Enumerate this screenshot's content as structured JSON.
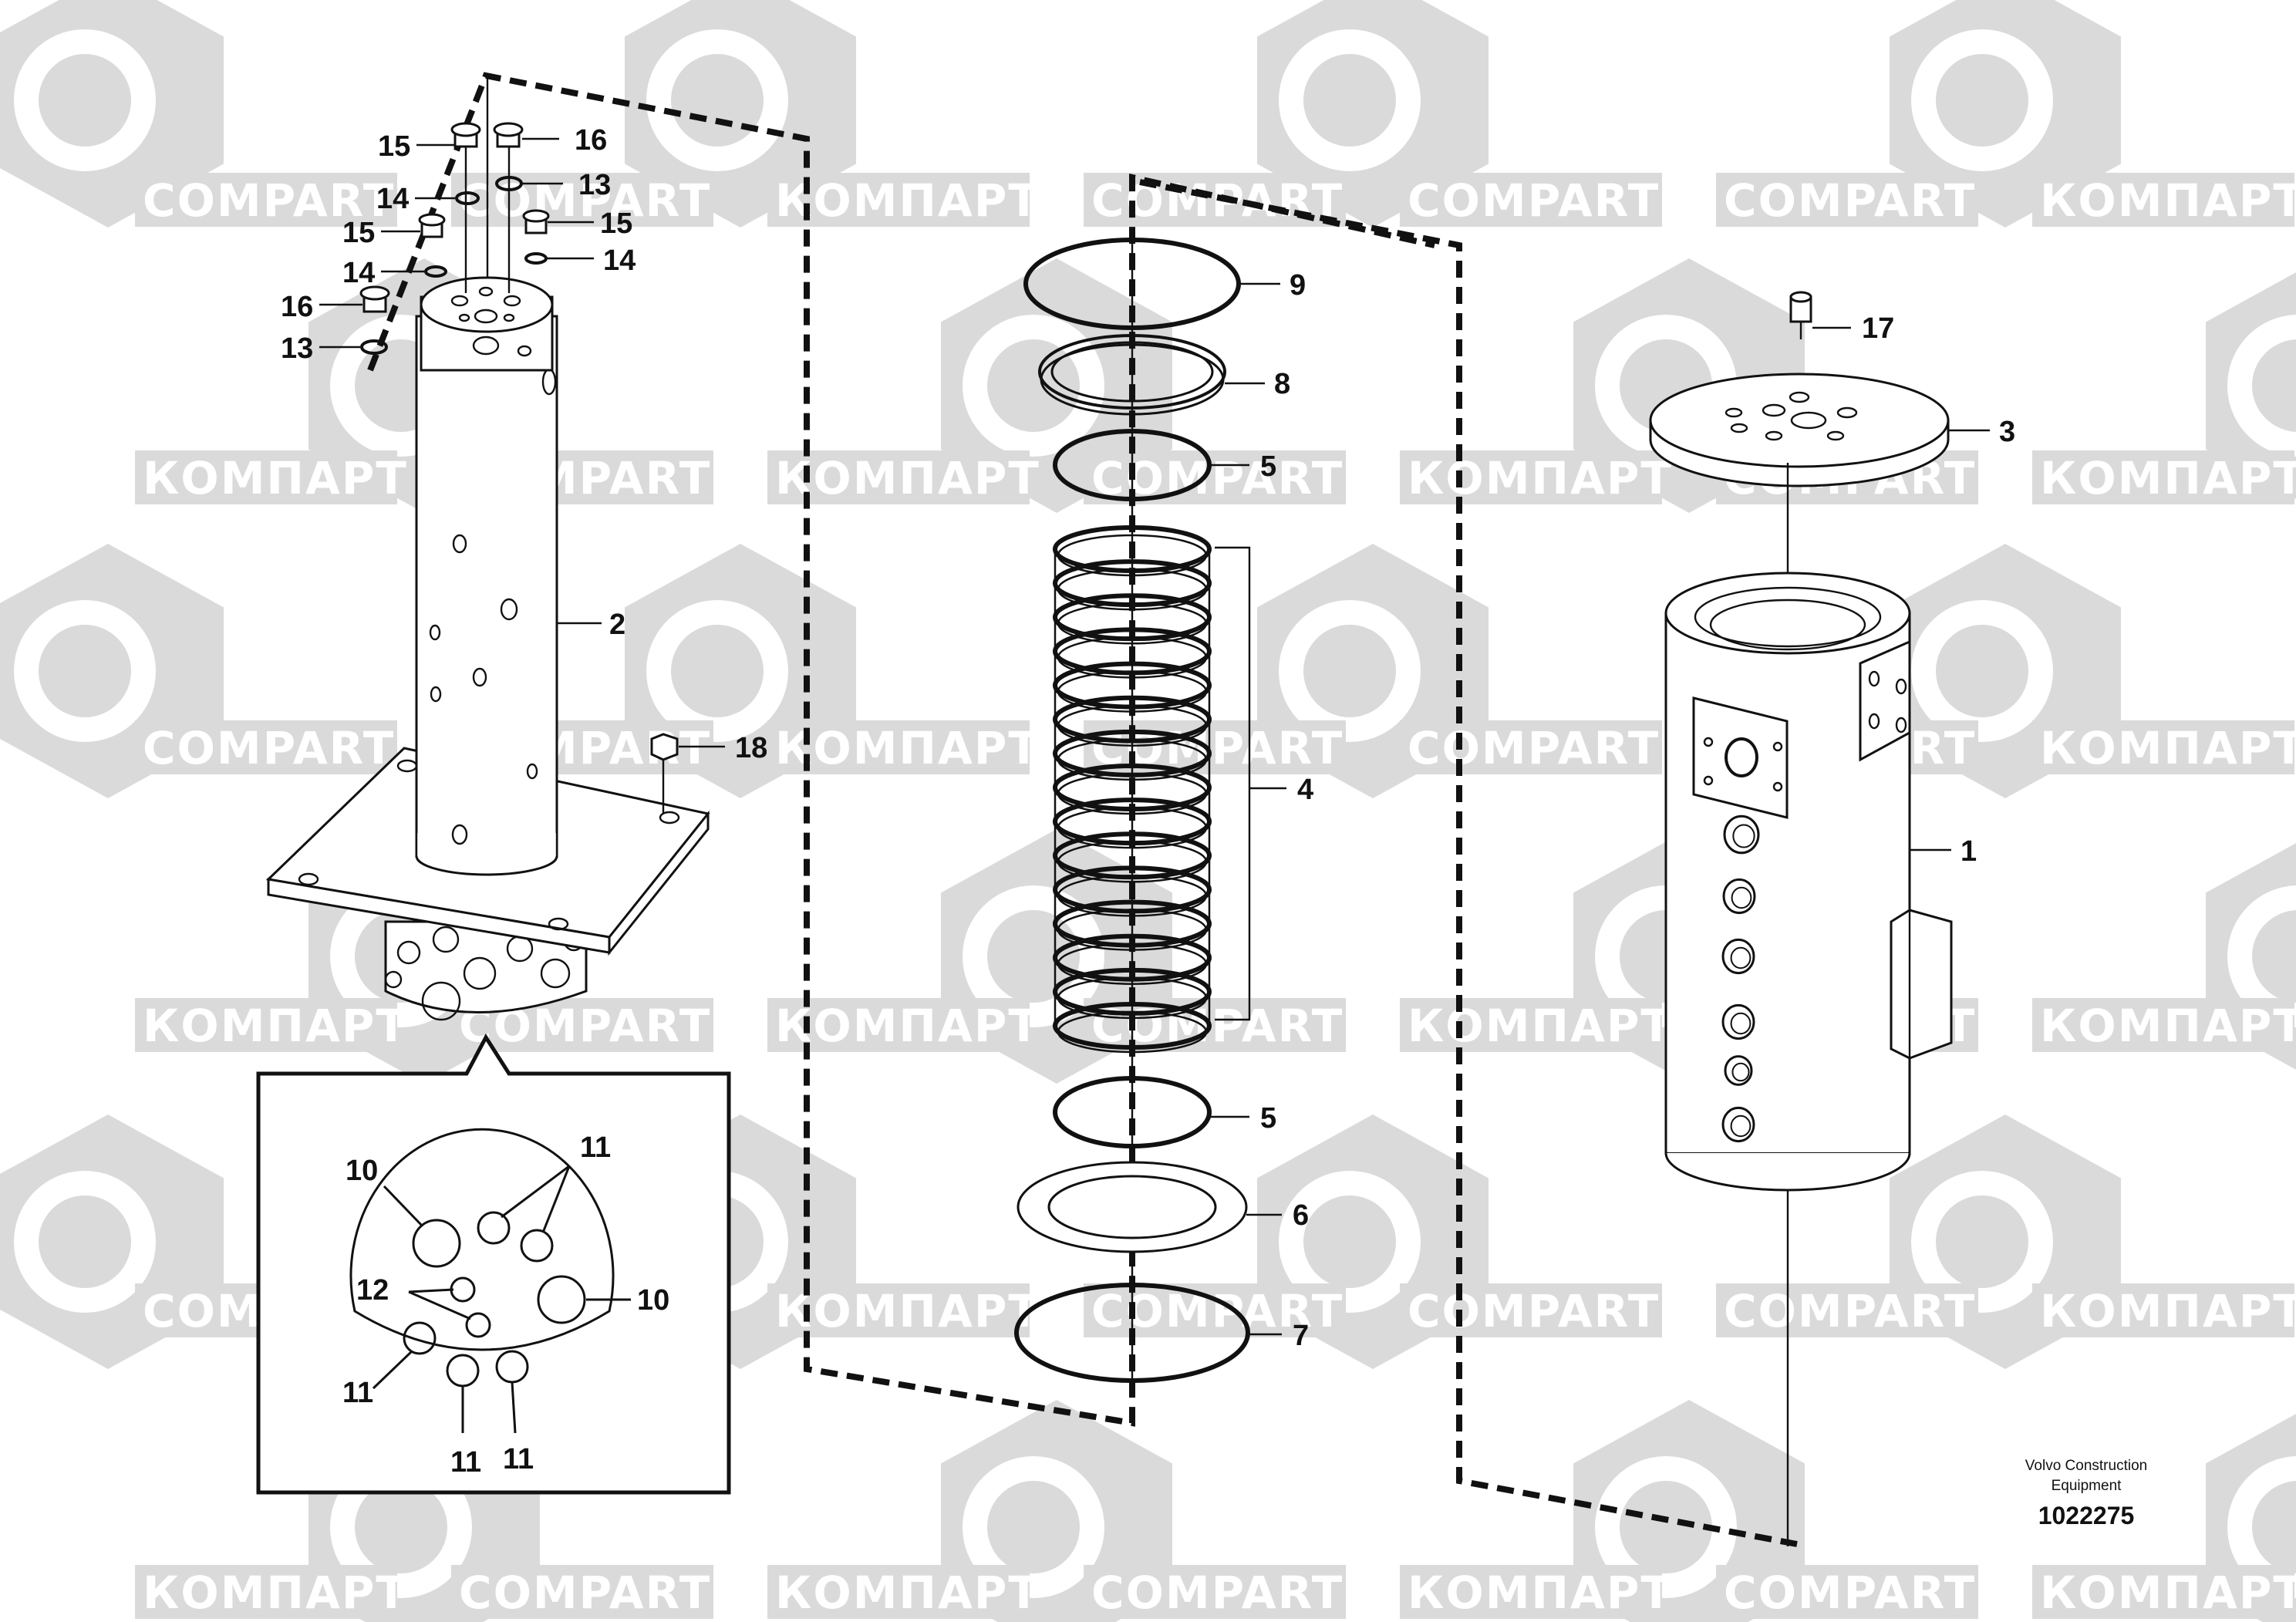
{
  "watermark": {
    "label_latin": "COMPART",
    "label_cyrillic": "КОМПАРТ",
    "color": "#dadada"
  },
  "callouts": {
    "c1": "1",
    "c2": "2",
    "c3": "3",
    "c4": "4",
    "c5a": "5",
    "c5b": "5",
    "c6": "6",
    "c7": "7",
    "c8": "8",
    "c9": "9",
    "c10a": "10",
    "c10b": "10",
    "c11a": "11",
    "c11b": "11",
    "c11c": "11",
    "c11d": "11",
    "c12": "12",
    "c13a": "13",
    "c13b": "13",
    "c14a": "14",
    "c14b": "14",
    "c14c": "14",
    "c15a": "15",
    "c15b": "15",
    "c15c": "15",
    "c16a": "16",
    "c16b": "16",
    "c17": "17",
    "c18": "18"
  },
  "caption": {
    "line1": "Volvo Construction",
    "line2": "Equipment",
    "doc_number": "1022275"
  }
}
